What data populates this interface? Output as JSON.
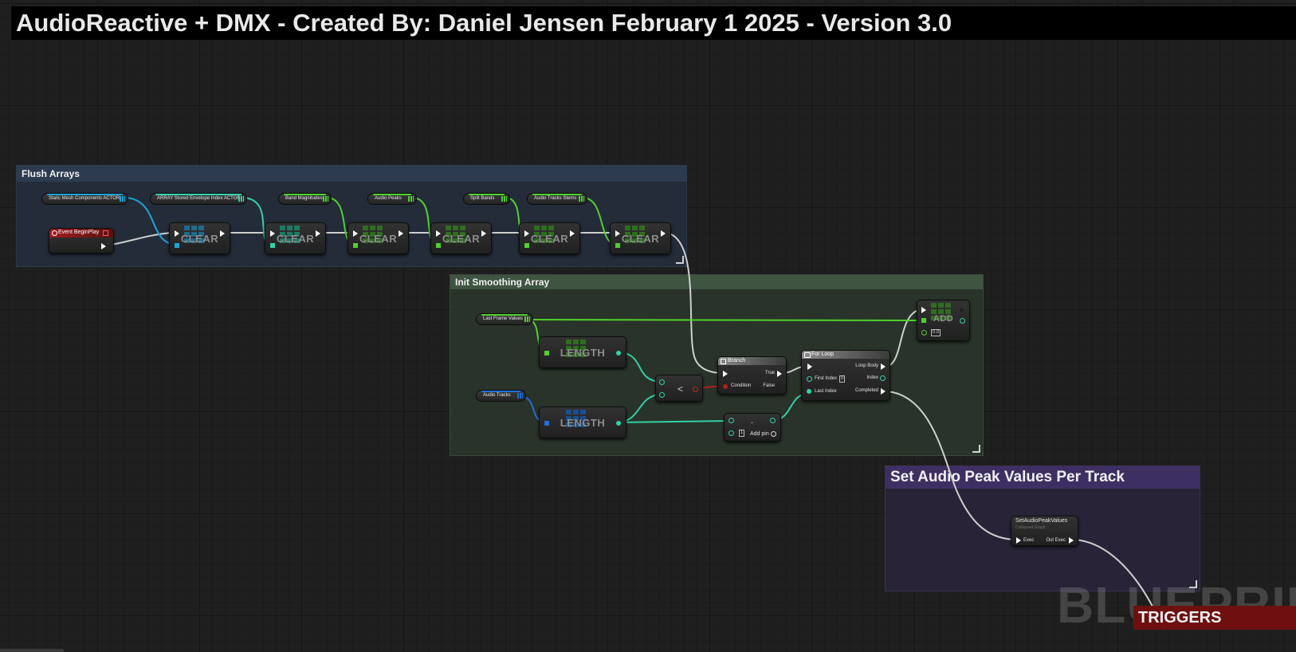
{
  "title": "AudioReactive + DMX - Created By: Daniel Jensen February 1 2025 - Version 3.0",
  "comments": {
    "flush": "Flush Arrays",
    "smoothing": "Init Smoothing Array",
    "peak": "Set Audio Peak Values Per Track",
    "triggers": "TRIGGERS"
  },
  "watermark": "BLUEPRINT",
  "variables": {
    "static_mesh": "Static Mesh Components ACTOR",
    "stored_envelope": "ARRAY Stored Envelope Index ACTOR",
    "band_magnitudes": "Band Magnitudes",
    "audio_peaks": "Audio Peaks",
    "split_bands": "Split Bands",
    "audio_tracks_stems": "Audio Tracks Stems",
    "last_frame_values": "Last Frame Values",
    "audio_tracks": "Audio Tracks"
  },
  "nodes": {
    "event_begin_play": "Event BeginPlay",
    "clear": "CLEAR",
    "length": "LENGTH",
    "add": "ADD",
    "add_value": "0.0",
    "less_than": "<",
    "minus": "-",
    "minus_value": "1",
    "add_pin": "Add pin",
    "branch": "Branch",
    "branch_true": "True",
    "branch_false": "False",
    "branch_condition": "Condition",
    "for_loop": "For Loop",
    "loop_body": "Loop Body",
    "index": "Index",
    "first_index": "First Index",
    "first_index_value": "0",
    "last_index": "Last Index",
    "completed": "Completed",
    "set_peak": "SetAudioPeakValues",
    "collapsed_graph": "Collapsed Graph",
    "exec": "Exec",
    "out_exec": "Out Exec"
  },
  "colors": {
    "exec": "#ffffff",
    "object": "#1aa3d9",
    "integer": "#2fd3a8",
    "float": "#5ad22c",
    "boolean": "#9b1b1b",
    "flush_comment": "#1d2531",
    "smoothing_comment": "#27302a",
    "peak_comment": "#29243a"
  }
}
